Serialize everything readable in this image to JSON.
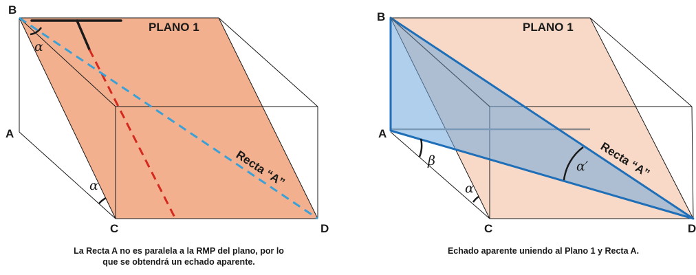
{
  "left_figure": {
    "points": {
      "B": "B",
      "A": "A",
      "C": "C",
      "D": "D"
    },
    "plane_label": "PLANO 1",
    "line_label": "Recta “A”",
    "angle_top": "α",
    "angle_bottom": "α",
    "caption_line1": "La Recta A no es paralela a la RMP del plano, por lo",
    "caption_line2": "que se obtendrá un echado aparente."
  },
  "right_figure": {
    "points": {
      "B": "B",
      "A": "A",
      "C": "C",
      "D": "D"
    },
    "plane_label": "PLANO 1",
    "line_label": "Recta “A”",
    "angle_beta": "β",
    "angle_alpha": "α",
    "angle_alpha_prime": "α′",
    "caption": "Echado aparente uniendo al Plano 1 y Recta A."
  },
  "colors": {
    "plane_fill": "#f2b08f",
    "plane_fill_light": "#f8d9c7",
    "triangle_fill": "#6fa8dc",
    "blue_line": "#1f6fb8",
    "dashed_blue": "#3aa0d6",
    "dashed_red": "#d42a1e"
  }
}
